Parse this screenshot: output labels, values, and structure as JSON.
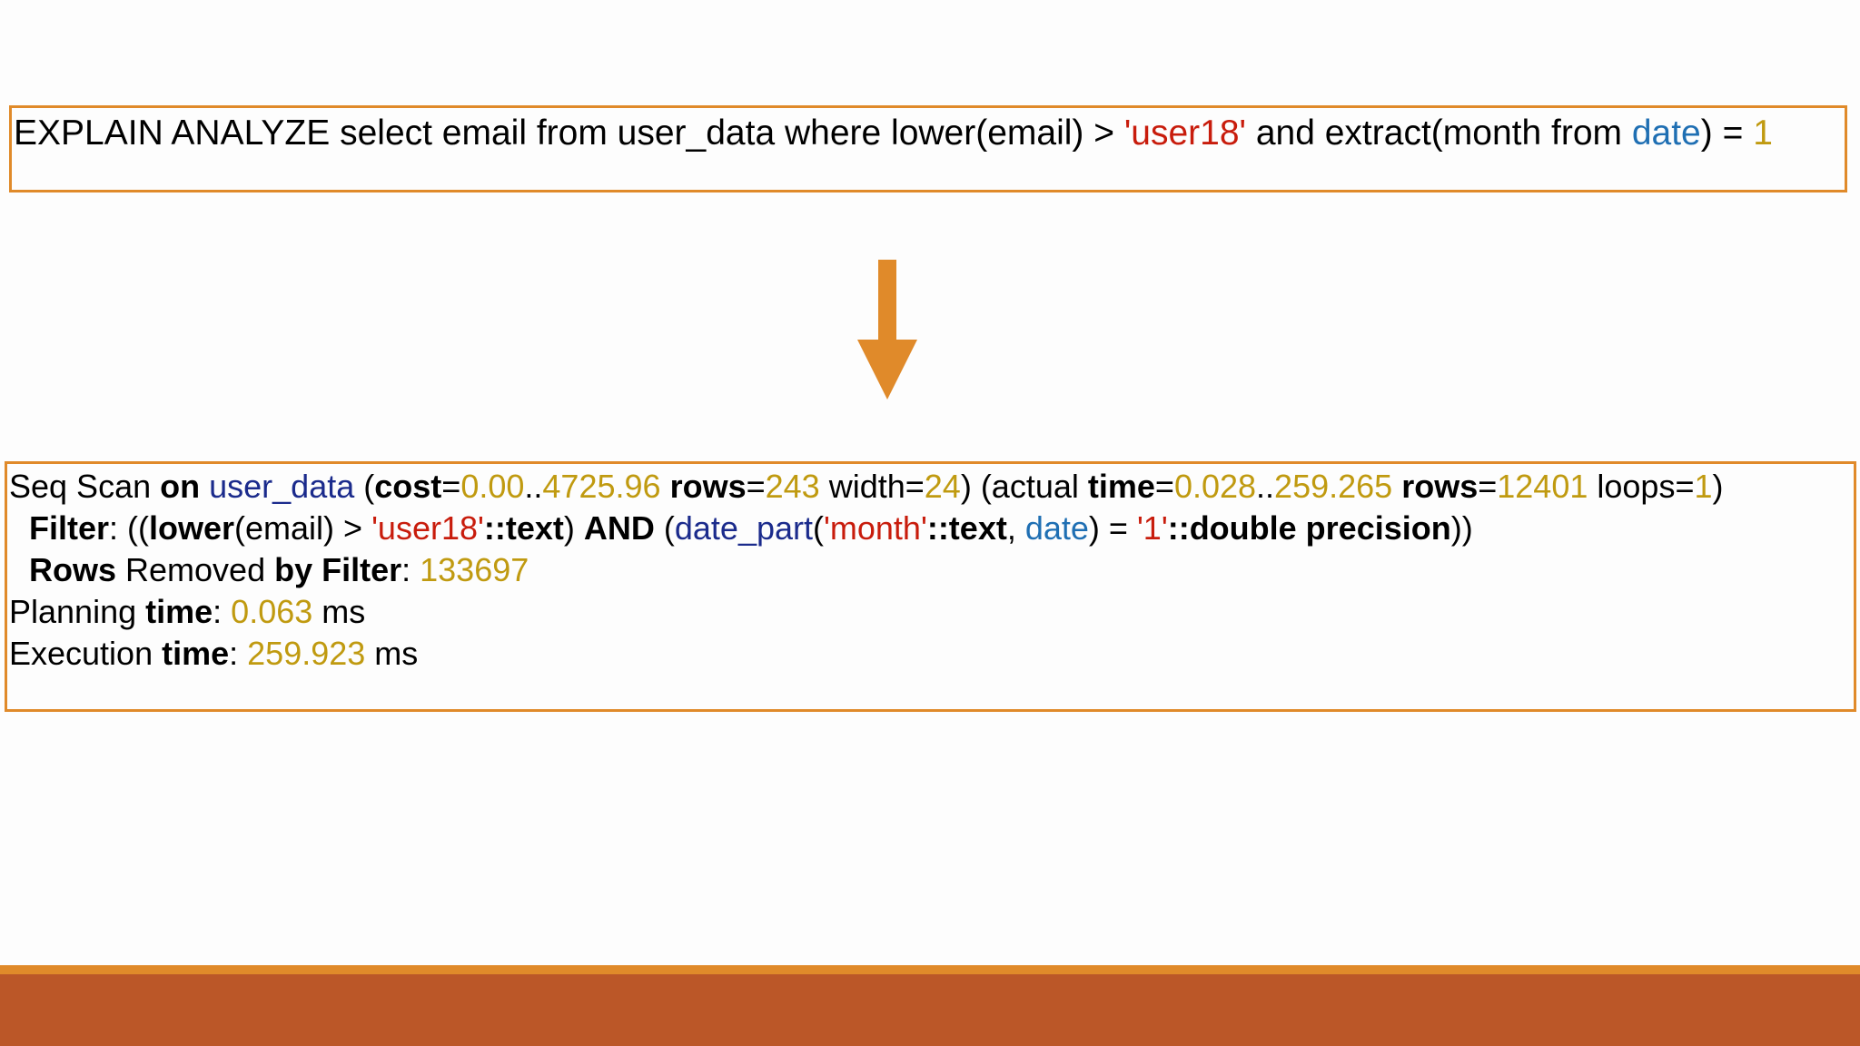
{
  "query": {
    "text_1": "EXPLAIN ANALYZE select email from user_data where lower(email) > ",
    "literal_user18": "'user18'",
    "text_2": " and extract(month from ",
    "col_date": "date",
    "text_3": ") = ",
    "num_1": "1"
  },
  "plan": {
    "line1": {
      "t1": "Seq Scan ",
      "kw_on": "on",
      "sp": " ",
      "table": "user_data",
      "t2": "  (",
      "kw_cost": "cost",
      "eq1": "=",
      "cost_start": "0.00",
      "dots1": "..",
      "cost_end": "4725.96",
      "sp2": " ",
      "kw_rows": "rows",
      "eq2": "=",
      "rows_est": "243",
      "t3": " width=",
      "width": "24",
      "t4": ") (actual ",
      "kw_time": "time",
      "eq3": "=",
      "time_start": "0.028",
      "dots2": "..",
      "time_end": "259.265",
      "sp3": " ",
      "kw_rows2": "rows",
      "eq4": "=",
      "rows_actual": "12401",
      "t5": " loops=",
      "loops": "1",
      "t6": ")"
    },
    "line2": {
      "kw_filter": "Filter",
      "t1": ": ((",
      "kw_lower": "lower",
      "t2": "(email) > ",
      "str_user18": "'user18'",
      "kw_text1": "::text",
      "t3": ") ",
      "kw_and": "AND",
      "t4": " (",
      "fn_date_part": "date_part",
      "t5": "(",
      "str_month": "'month'",
      "kw_text2": "::text",
      "t6": ", ",
      "col_date": "date",
      "t7": ") = ",
      "str_1": "'1'",
      "kw_double": "::double precision",
      "t8": "))"
    },
    "line3": {
      "kw_rows": "Rows",
      "t1": " Removed ",
      "kw_by_filter": "by Filter",
      "t2": ": ",
      "removed": "133697"
    },
    "line4": {
      "t1": "Planning ",
      "kw_time": "time",
      "t2": ": ",
      "value": "0.063",
      "unit": " ms"
    },
    "line5": {
      "t1": "Execution ",
      "kw_time": "time",
      "t2": ": ",
      "value": "259.923",
      "unit": " ms"
    }
  },
  "colors": {
    "accent_orange": "#e08a2a",
    "footer_brown": "#bb5728",
    "number_gold": "#c09a10",
    "string_red": "#c81c0c",
    "identifier_navy": "#1b2b8c",
    "column_blue": "#1f6fb3"
  },
  "icons": {
    "arrow": "arrow-down-icon"
  }
}
